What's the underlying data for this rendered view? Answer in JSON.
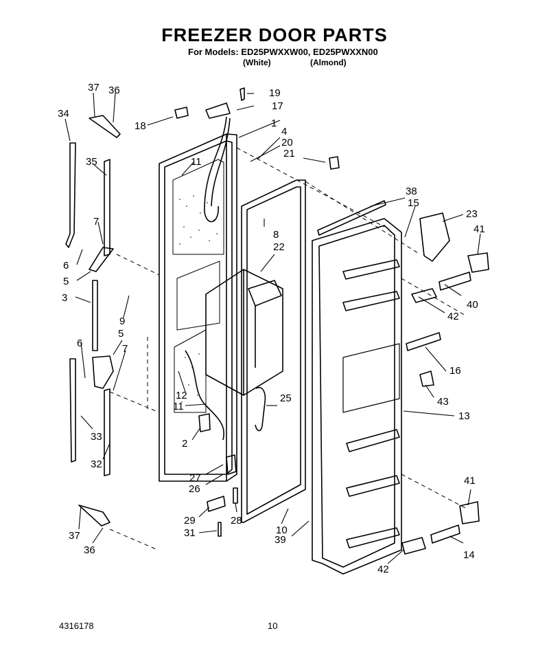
{
  "header": {
    "title": "FREEZER DOOR PARTS",
    "models_line": "For Models: ED25PWXXW00, ED25PWXXN00",
    "variant_white": "(White)",
    "variant_almond": "(Almond)"
  },
  "footer": {
    "doc_number": "4316178",
    "page_number": "10"
  },
  "callouts": [
    "1",
    "2",
    "3",
    "4",
    "5",
    "5",
    "6",
    "6",
    "7",
    "7",
    "8",
    "9",
    "10",
    "11",
    "11",
    "11",
    "12",
    "13",
    "14",
    "15",
    "16",
    "17",
    "18",
    "19",
    "20",
    "21",
    "22",
    "23",
    "25",
    "26",
    "27",
    "28",
    "29",
    "31",
    "32",
    "33",
    "34",
    "35",
    "36",
    "36",
    "37",
    "37",
    "38",
    "39",
    "40",
    "41",
    "41",
    "42",
    "42",
    "42",
    "43"
  ]
}
